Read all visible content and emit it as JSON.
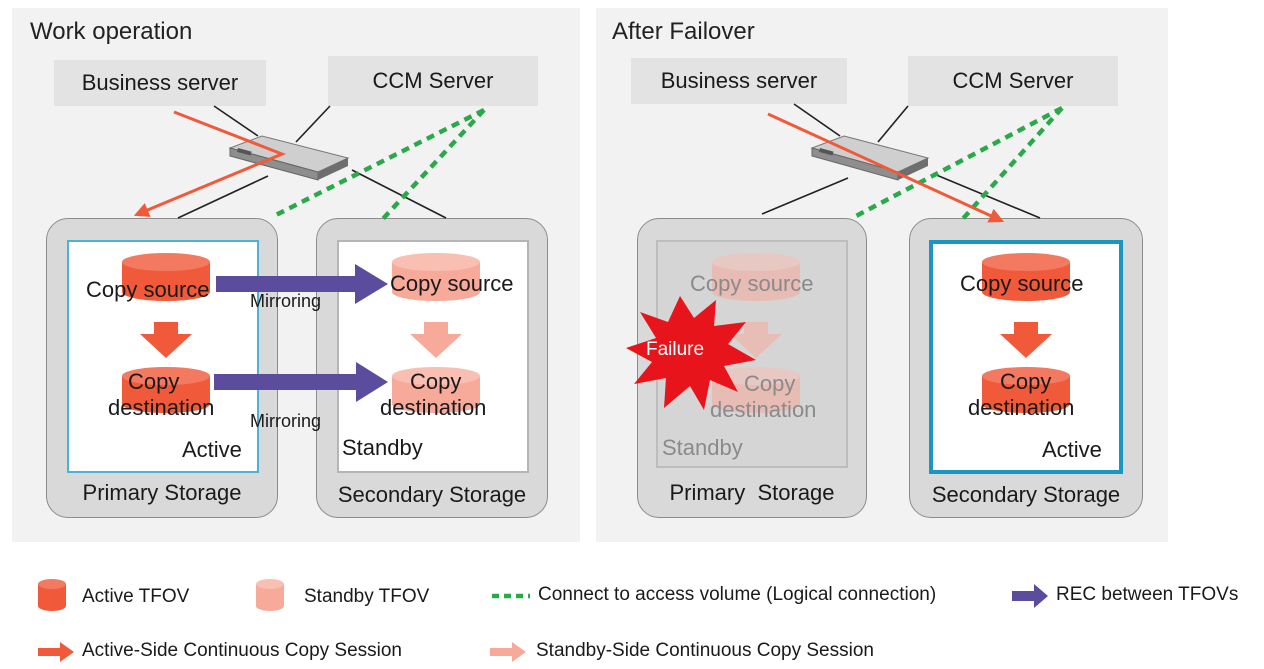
{
  "panels": {
    "work": {
      "title": "Work operation",
      "business_server": "Business server",
      "ccm_server": "CCM Server",
      "primary": {
        "source": "Copy source",
        "dest_line1": "Copy",
        "dest_line2": "destination",
        "state": "Active",
        "label": "Primary Storage"
      },
      "secondary": {
        "source": "Copy source",
        "dest_line1": "Copy",
        "dest_line2": "destination",
        "state": "Standby",
        "label": "Secondary Storage"
      },
      "mirroring_1": "Mirroring",
      "mirroring_2": "Mirroring"
    },
    "failover": {
      "title": "After Failover",
      "business_server": "Business server",
      "ccm_server": "CCM Server",
      "primary": {
        "source": "Copy source",
        "dest_line1": "Copy",
        "dest_line2": "destination",
        "state": "Standby",
        "label": "Primary  Storage"
      },
      "secondary": {
        "source": "Copy source",
        "dest_line1": "Copy",
        "dest_line2": "destination",
        "state": "Active",
        "label": "Secondary Storage"
      },
      "failure": "Failure"
    }
  },
  "legend": {
    "active_tfov": "Active TFOV",
    "standby_tfov": "Standby TFOV",
    "logical_connection": "Connect to access volume (Logical connection)",
    "rec": "REC between TFOVs",
    "active_session": "Active-Side Continuous Copy Session",
    "standby_session": "Standby-Side Continuous Copy Session"
  },
  "colors": {
    "active": "#f05a3a",
    "standby": "#f7a99a",
    "logical": "#2aa84a",
    "rec": "#5b4c9e",
    "active_frame": "#1a96c0",
    "failure": "#e8141c"
  }
}
